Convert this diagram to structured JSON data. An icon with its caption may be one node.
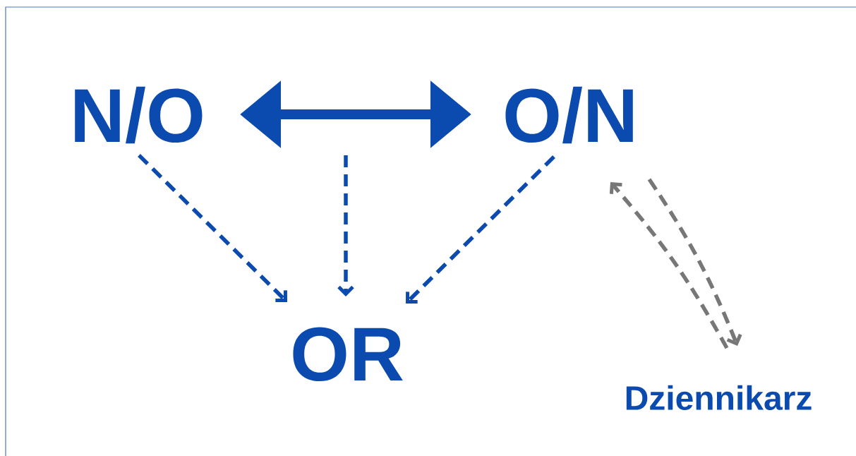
{
  "diagram": {
    "nodes": [
      {
        "text": [
          "N/O"
        ]
      },
      {
        "text": [
          "O/N"
        ]
      },
      {
        "text": [
          "OR"
        ]
      },
      {
        "text": [
          "Dziennikarz"
        ]
      }
    ],
    "edges": [
      {
        "from": 0,
        "to": 1,
        "arrow": "both",
        "style": "thick"
      },
      {
        "from": 0,
        "to": 2,
        "arrow": "to",
        "style": "dashed"
      },
      {
        "from": null,
        "to": 2,
        "arrow": "to",
        "style": "dashed"
      },
      {
        "from": 1,
        "to": 2,
        "arrow": "to",
        "style": "dashed"
      },
      {
        "from": 3,
        "to": 1,
        "arrow": "to",
        "style": "dashed",
        "color": "#777777"
      },
      {
        "from": 1,
        "to": 3,
        "arrow": "to",
        "style": "dashed",
        "color": "#777777"
      }
    ]
  }
}
